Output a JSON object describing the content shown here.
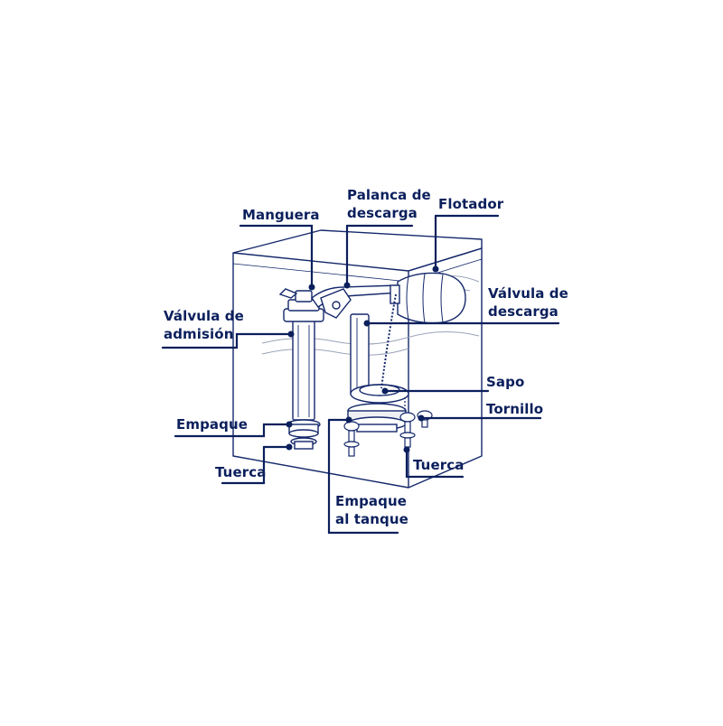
{
  "colors": {
    "ink": "#14286b",
    "leader": "#0b1f5c",
    "water": "#d9dde6",
    "fill_light": "#eef0f4",
    "background": "#ffffff"
  },
  "labels": {
    "manguera": "Manguera",
    "palanca_l1": "Palanca de",
    "palanca_l2": "descarga",
    "flotador": "Flotador",
    "valvula_descarga_l1": "Válvula de",
    "valvula_descarga_l2": "descarga",
    "valvula_admision_l1": "Válvula de",
    "valvula_admision_l2": "admisión",
    "sapo": "Sapo",
    "tornillo": "Tornillo",
    "empaque": "Empaque",
    "tuerca_left": "Tuerca",
    "tuerca_right": "Tuerca",
    "empaque_tanque_l1": "Empaque",
    "empaque_tanque_l2": "al tanque"
  }
}
